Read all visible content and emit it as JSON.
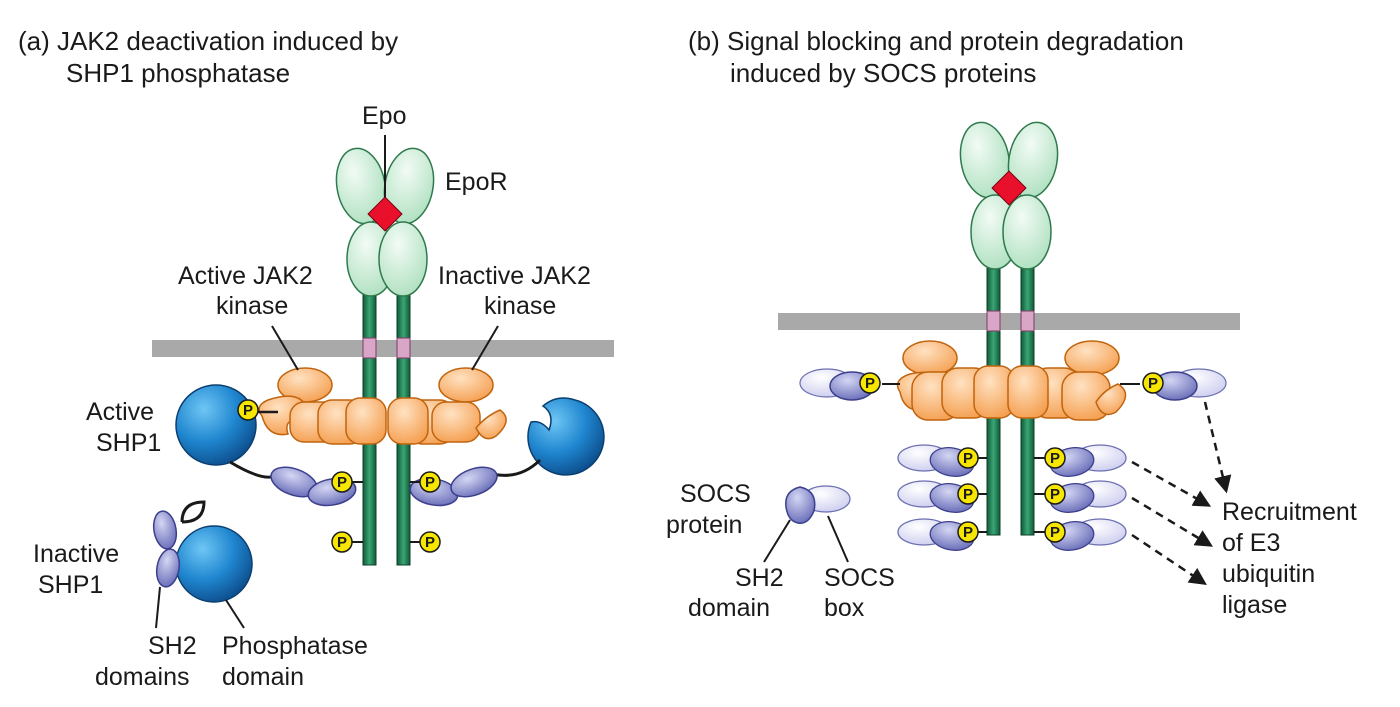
{
  "panel_a": {
    "title_line1": "(a)  JAK2 deactivation induced by",
    "title_line2": "SHP1 phosphatase",
    "epo": "Epo",
    "epor": "EpoR",
    "active_jak2_line1": "Active JAK2",
    "active_jak2_line2": "kinase",
    "inactive_jak2_line1": "Inactive JAK2",
    "inactive_jak2_line2": "kinase",
    "active_shp1_line1": "Active",
    "active_shp1_line2": "SHP1",
    "inactive_shp1_line1": "Inactive",
    "inactive_shp1_line2": "SHP1",
    "sh2_domains_line1": "SH2",
    "sh2_domains_line2": "domains",
    "phosphatase_line1": "Phosphatase",
    "phosphatase_line2": "domain"
  },
  "panel_b": {
    "title_line1": "(b)  Signal blocking and protein degradation",
    "title_line2": "induced by SOCS proteins",
    "socs_protein_line1": "SOCS",
    "socs_protein_line2": "protein",
    "sh2_domain_line1": "SH2",
    "sh2_domain_line2": "domain",
    "socs_box_line1": "SOCS",
    "socs_box_line2": "box",
    "recruit_line1": "Recruitment",
    "recruit_line2": "of E3",
    "recruit_line3": "ubiquitin",
    "recruit_line4": "ligase"
  },
  "phospho_label": "P",
  "colors": {
    "receptor_green": "#1f7a52",
    "receptor_ectodomain": "#cdeed8",
    "epo_red": "#e8102a",
    "membrane_gray": "#a9a9a9",
    "jak2_orange": "#f8a860",
    "shp1_blue": "#1a6fb8",
    "sh2_purple": "#7b7fc4",
    "socs_box_lavender": "#dcdcf2",
    "phospho_yellow": "#f7e600",
    "tm_pink": "#d9a6c8"
  }
}
